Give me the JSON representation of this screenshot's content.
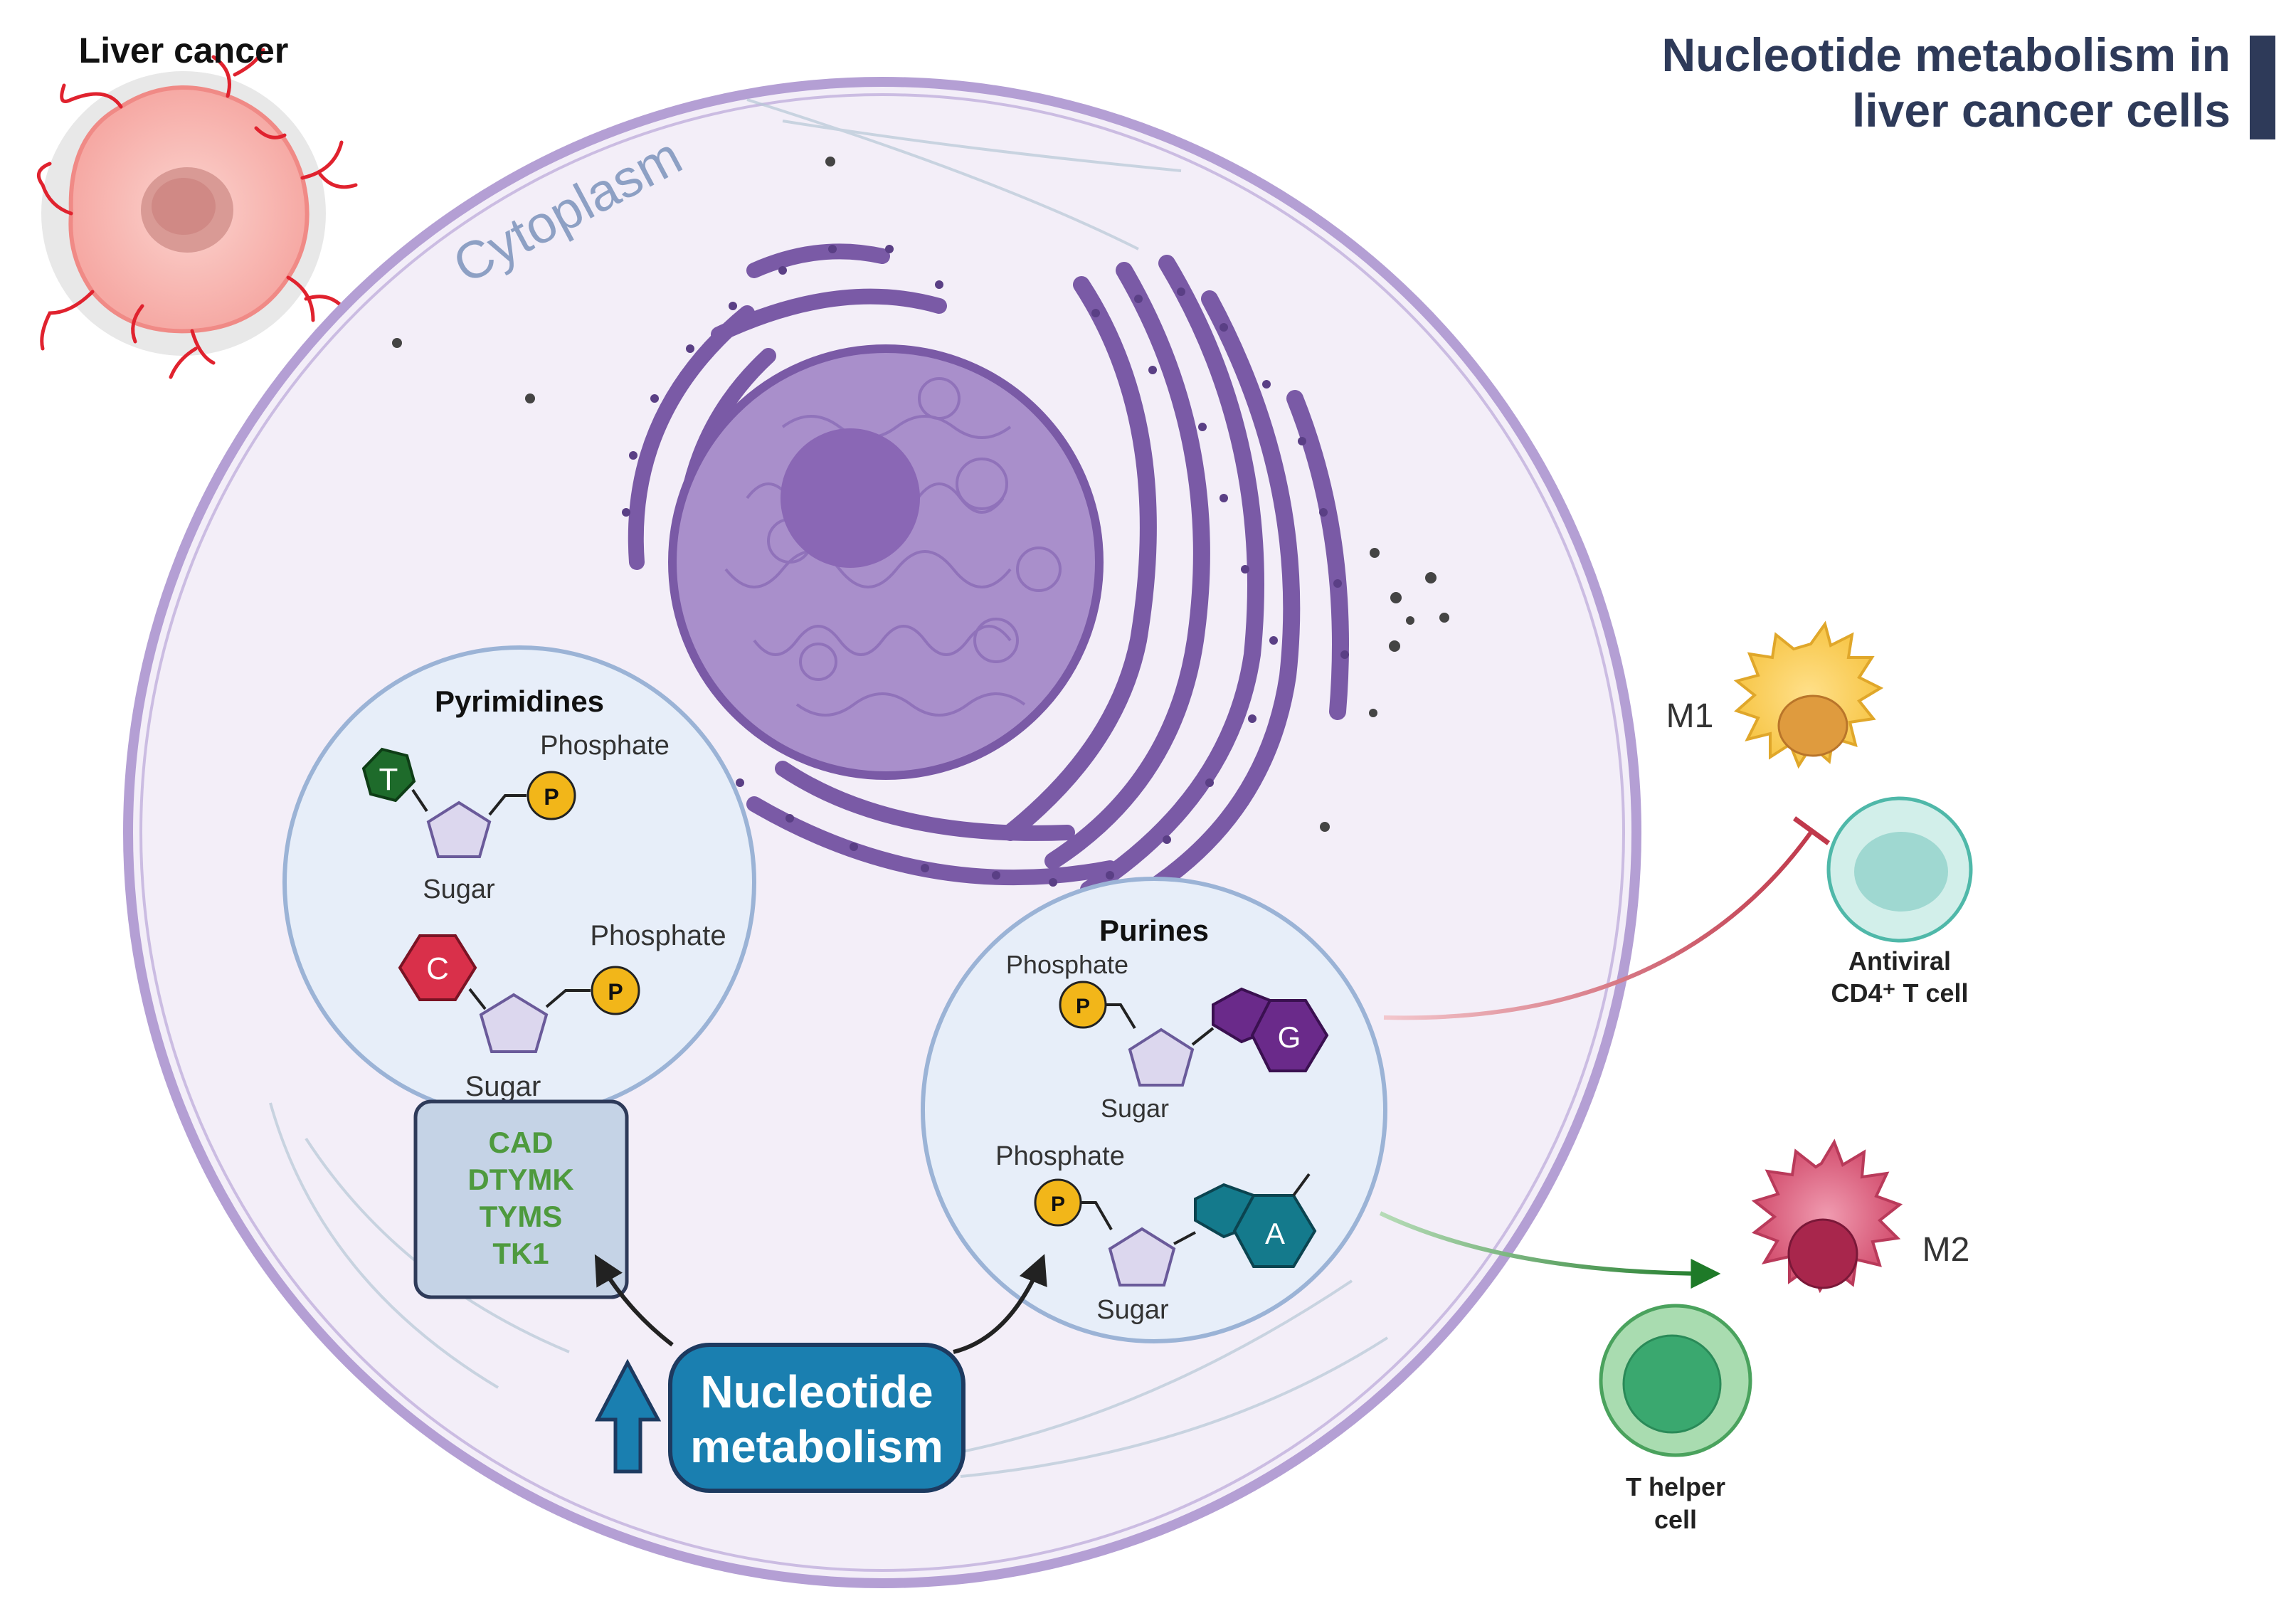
{
  "header": {
    "title_line1": "Nucleotide metabolism in",
    "title_line2": "liver cancer cells"
  },
  "tumor": {
    "label": "Liver cancer"
  },
  "cell": {
    "compartment_label": "Cytoplasm"
  },
  "pyrimidines": {
    "title": "Pyrimidines",
    "nucleotide_1": {
      "base": "T",
      "phosphate_label": "Phosphate",
      "phosphate_symbol": "P",
      "sugar_label": "Sugar"
    },
    "nucleotide_2": {
      "base": "C",
      "phosphate_label": "Phosphate",
      "phosphate_symbol": "P",
      "sugar_label": "Sugar"
    }
  },
  "genes": {
    "list": [
      "CAD",
      "DTYMK",
      "TYMS",
      "TK1"
    ]
  },
  "purines": {
    "title": "Purines",
    "nucleotide_1": {
      "base": "G",
      "phosphate_label": "Phosphate",
      "phosphate_symbol": "P",
      "sugar_label": "Sugar"
    },
    "nucleotide_2": {
      "base": "A",
      "phosphate_label": "Phosphate",
      "phosphate_symbol": "P",
      "sugar_label": "Sugar"
    }
  },
  "metabolism_box": {
    "line1": "Nucleotide",
    "line2": "metabolism"
  },
  "immune": {
    "m1_label": "M1",
    "cd4_label_line1": "Antiviral",
    "cd4_label_line2": "CD4⁺ T cell",
    "m2_label": "M2",
    "th_label_line1": "T helper",
    "th_label_line2": "cell"
  },
  "colors": {
    "title": "#2e3a59",
    "cell_fill": "#f3eef8",
    "cell_border": "#b49fd4",
    "er": "#7a5aa6",
    "nucleus": "#a98fcb",
    "nucleolus": "#8a67b5",
    "gene_text": "#4e9a3e",
    "metabolism_box": "#1a7fb0",
    "T_base": "#1e6b2b",
    "C_base": "#d9304a",
    "G_base": "#6a2a8a",
    "A_base": "#147a8c",
    "phosphate": "#f2b619",
    "inhibit_line": "#c0394b",
    "promote_line": "#1e7a28"
  }
}
